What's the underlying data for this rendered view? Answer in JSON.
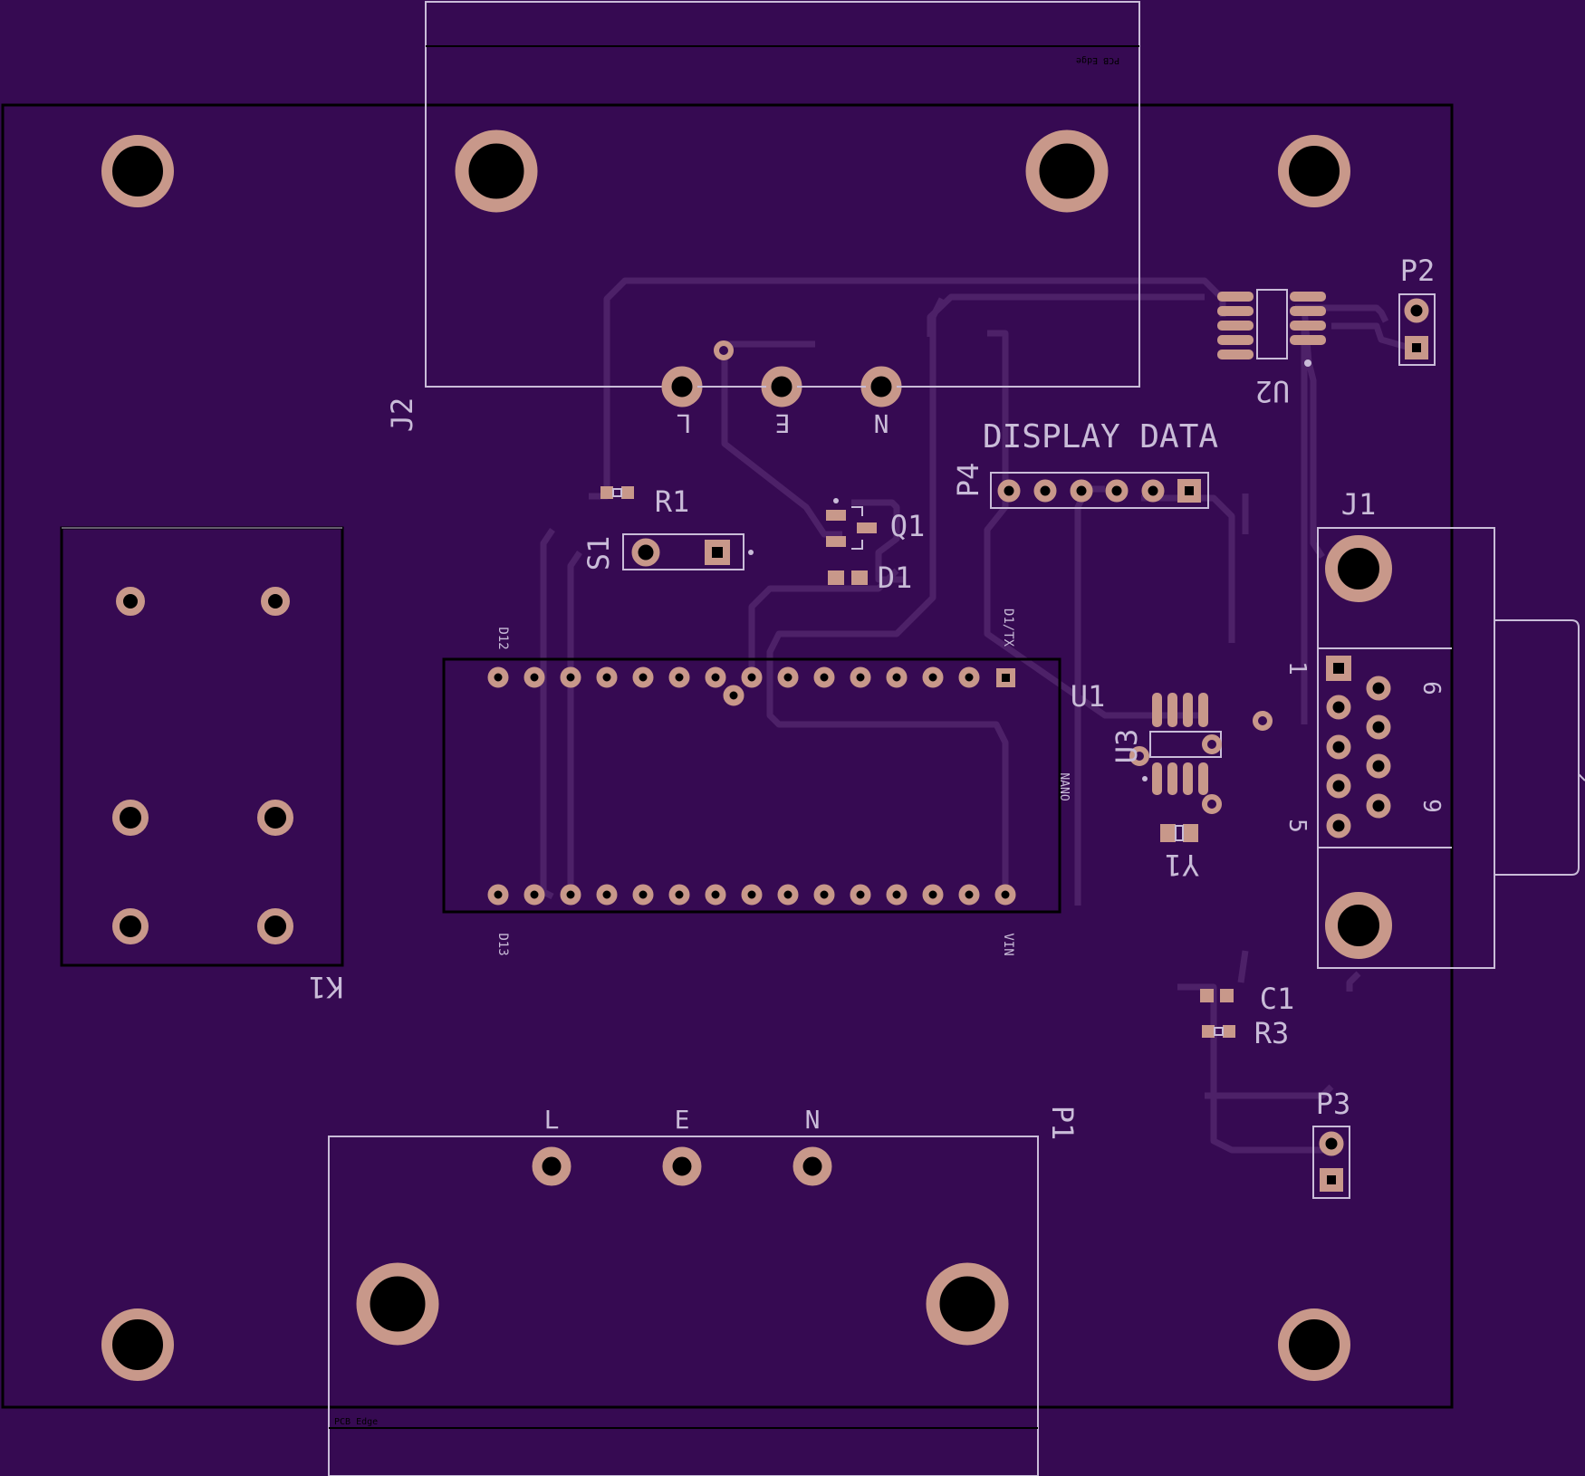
{
  "colors": {
    "board": "#360a52",
    "silk": "#c9bcd8",
    "copper": "#c8988a",
    "trace": "#4d2168",
    "edge": "#000000",
    "hole": "#000000"
  },
  "labels": {
    "j2": "J2",
    "j2_pin_l": "L",
    "j2_pin_e": "E",
    "j2_pin_n": "N",
    "u2": "U2",
    "p2": "P2",
    "display_data": "DISPLAY DATA",
    "p4": "P4",
    "r1": "R1",
    "s1": "S1",
    "q1": "Q1",
    "d1": "D1",
    "j1": "J1",
    "j1_pin1": "1",
    "j1_pin5": "5",
    "j1_pin6": "6",
    "j1_pin9": "9",
    "u1": "U1",
    "u1_d12": "D12",
    "u1_d1tx": "D1/TX",
    "u1_d13": "D13",
    "u1_vin": "VIN",
    "u1_nano": "NANO",
    "u3": "U3",
    "y1": "Y1",
    "k1": "K1",
    "c1": "C1",
    "r3": "R3",
    "p3": "P3",
    "p1": "P1",
    "p1_pin_l": "L",
    "p1_pin_e": "E",
    "p1_pin_n": "N",
    "pcb_edge_top": "PCB Edge",
    "pcb_edge_bottom": "PCB Edge"
  }
}
